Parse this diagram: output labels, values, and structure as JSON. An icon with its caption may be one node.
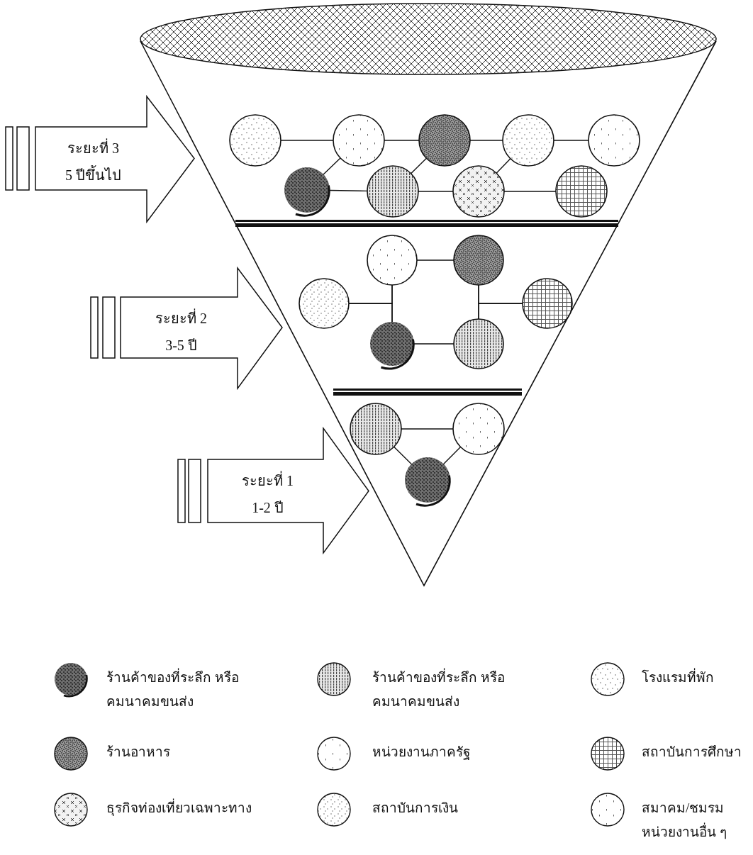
{
  "diagram": {
    "nodes": [
      {
        "text": [
          "ระยะที่ 3",
          "5 ปีขึ้นไป"
        ]
      },
      {
        "text": [],
        "shape": "circle"
      },
      {
        "text": [],
        "shape": "circle"
      },
      {
        "text": [],
        "shape": "circle"
      },
      {
        "text": [],
        "shape": "circle"
      },
      {
        "text": [],
        "shape": "circle"
      },
      {
        "text": [],
        "shape": "circle"
      },
      {
        "text": [],
        "shape": "circle"
      },
      {
        "text": [],
        "shape": "circle"
      },
      {
        "text": [],
        "shape": "circle"
      },
      {
        "text": [
          "ระยะที่ 2",
          "3-5 ปี"
        ]
      },
      {
        "text": [],
        "shape": "circle"
      },
      {
        "text": [],
        "shape": "circle"
      },
      {
        "text": [],
        "shape": "circle"
      },
      {
        "text": [],
        "shape": "circle"
      },
      {
        "text": [],
        "shape": "circle"
      },
      {
        "text": [],
        "shape": "circle"
      },
      {
        "text": [
          "ระยะที่ 1",
          "1-2 ปี"
        ]
      },
      {
        "text": [],
        "shape": "circle"
      },
      {
        "text": [],
        "shape": "circle"
      },
      {
        "text": [],
        "shape": "circle"
      }
    ],
    "edges": [
      {
        "from": 1,
        "to": 2,
        "arrow": "none"
      },
      {
        "from": 2,
        "to": 3,
        "arrow": "none"
      },
      {
        "from": 3,
        "to": 4,
        "arrow": "none"
      },
      {
        "from": 4,
        "to": 5,
        "arrow": "none"
      },
      {
        "from": 2,
        "to": 6,
        "arrow": "none"
      },
      {
        "from": 3,
        "to": 7,
        "arrow": "none"
      },
      {
        "from": 4,
        "to": 8,
        "arrow": "none"
      },
      {
        "from": 6,
        "to": 7,
        "arrow": "none"
      },
      {
        "from": 7,
        "to": 8,
        "arrow": "none"
      },
      {
        "from": 8,
        "to": 9,
        "arrow": "none"
      },
      {
        "from": 11,
        "to": 12,
        "arrow": "none"
      },
      {
        "from": 11,
        "to": 15,
        "arrow": "none"
      },
      {
        "from": 13,
        "to": 11,
        "arrow": "none"
      },
      {
        "from": 13,
        "to": 15,
        "arrow": "none"
      },
      {
        "from": 12,
        "to": 16,
        "arrow": "none"
      },
      {
        "from": 14,
        "to": 12,
        "arrow": "none"
      },
      {
        "from": 14,
        "to": 16,
        "arrow": "none"
      },
      {
        "from": 15,
        "to": 16,
        "arrow": "none"
      },
      {
        "from": 18,
        "to": 19,
        "arrow": "none"
      },
      {
        "from": 18,
        "to": 20,
        "arrow": "none"
      },
      {
        "from": 19,
        "to": 20,
        "arrow": "none"
      }
    ],
    "legend": [
      {
        "text": "ร้านค้าของที่ระลึก หรือ คมนาคมขนส่ง"
      },
      {
        "text": "ร้านค้าของที่ระลึก หรือ คมนาคมขนส่ง"
      },
      {
        "text": "โรงแรมที่พัก"
      },
      {
        "text": "ร้านอาหาร"
      },
      {
        "text": "หน่วยงานภาครัฐ"
      },
      {
        "text": "สถาบันการศึกษา"
      },
      {
        "text": "ธุรกิจท่องเที่ยวเฉพาะทาง"
      },
      {
        "text": "สถาบันการเงิน"
      },
      {
        "text": "สมาคม/ชมรม หน่วยงานอื่น ๆ"
      }
    ]
  }
}
